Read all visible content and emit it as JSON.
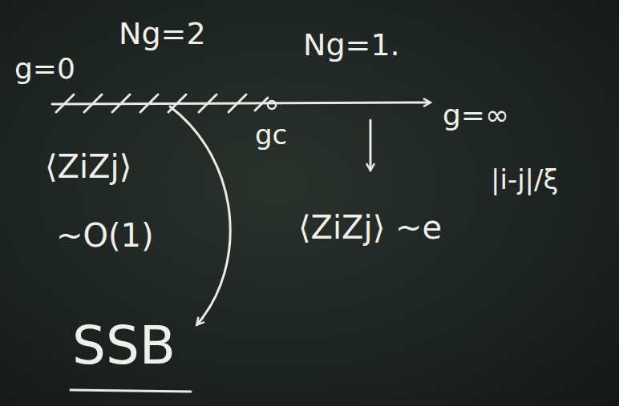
{
  "diagram": {
    "labels": [
      "g=0",
      "Ng=2",
      "Ng=1.",
      "g=∞",
      "gc",
      "⟨ZiZj⟩",
      "~O(1)",
      "⟨ZiZj⟩ ~e",
      "|i-j|/ξ",
      "SSB"
    ]
  }
}
